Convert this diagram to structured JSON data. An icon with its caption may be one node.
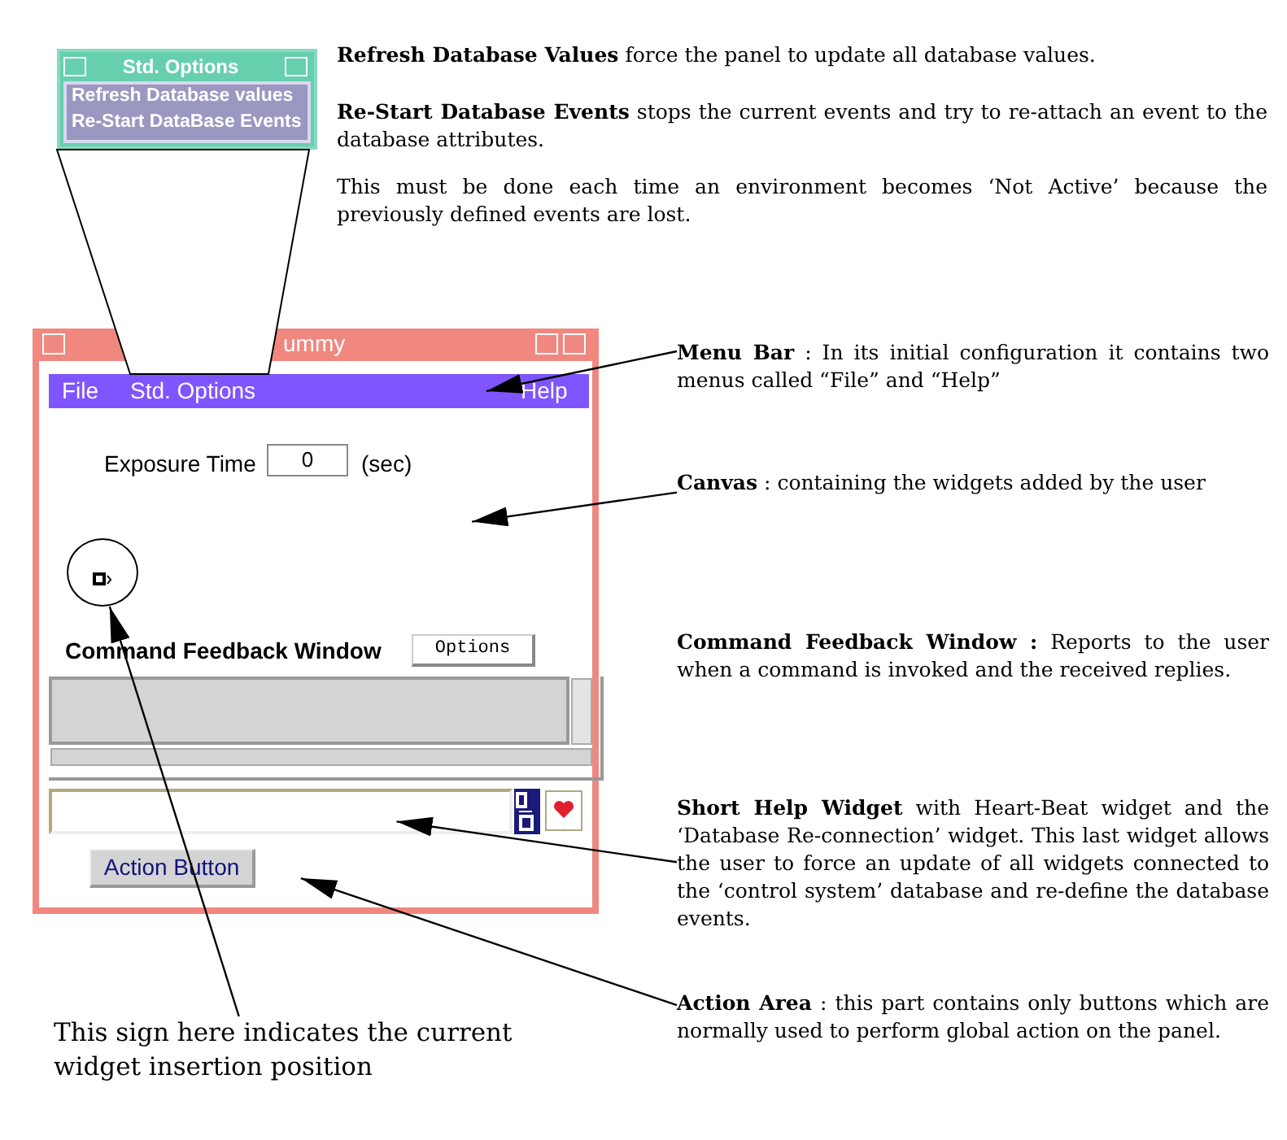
{
  "diagram": {
    "nodes": [
      {
        "text": [
          "Std. Options",
          "Refresh Database values",
          "Re-Start DataBase Events"
        ]
      },
      {
        "text": [
          "ummy"
        ]
      },
      {
        "text": [
          "File",
          "Std. Options",
          "Help"
        ],
        "in": 1
      },
      {
        "text": [],
        "shape": "circle",
        "in": 1
      },
      {
        "text": [],
        "shape": "box",
        "in": 1
      },
      {
        "text": [
          "**Menu Bar** : In its initial configuration it contains two menus called “File” and “Help”"
        ]
      },
      {
        "text": [
          "**Canvas** :  containing the widgets added by the user"
        ]
      },
      {
        "text": [
          "**Short Help Widget** with Heart-Beat widget and the ‘Database Re-connection’ widget. This last widget allows the user to force an update of all widgets connected to the ‘control system’ database and re-define the database events."
        ]
      },
      {
        "text": [
          "**Action Area** : this part contains only buttons which are normally used to perform global action on the panel."
        ]
      },
      {
        "text": [
          "This sign here indicates the current widget insertion position"
        ]
      },
      {
        "text": [],
        "shape": "trapezoid"
      }
    ],
    "edges": [
      {
        "from": 5,
        "to": 2,
        "arrow": "to"
      },
      {
        "from": 6,
        "to": 1,
        "arrow": "to"
      },
      {
        "from": 7,
        "to": 4,
        "arrow": "to"
      },
      {
        "from": 8,
        "to": 1,
        "arrow": "to"
      },
      {
        "from": 9,
        "to": 3,
        "arrow": "to"
      }
    ],
    "labels": [
      "**Refresh Database Values** force the panel to update  all database values.",
      "**Re-Start Database Events** stops the current events and try to re-attach an event to the database attributes.",
      "This must be done each time an environment becomes ‘Not Active’ because the previously defined events are lost.",
      "Exposure Time",
      "0",
      "(sec)",
      "Command Feedback Window",
      "Options",
      "**Command Feedback Window :** Reports to the user when a command is invoked and the received replies.",
      "Action Button"
    ]
  }
}
